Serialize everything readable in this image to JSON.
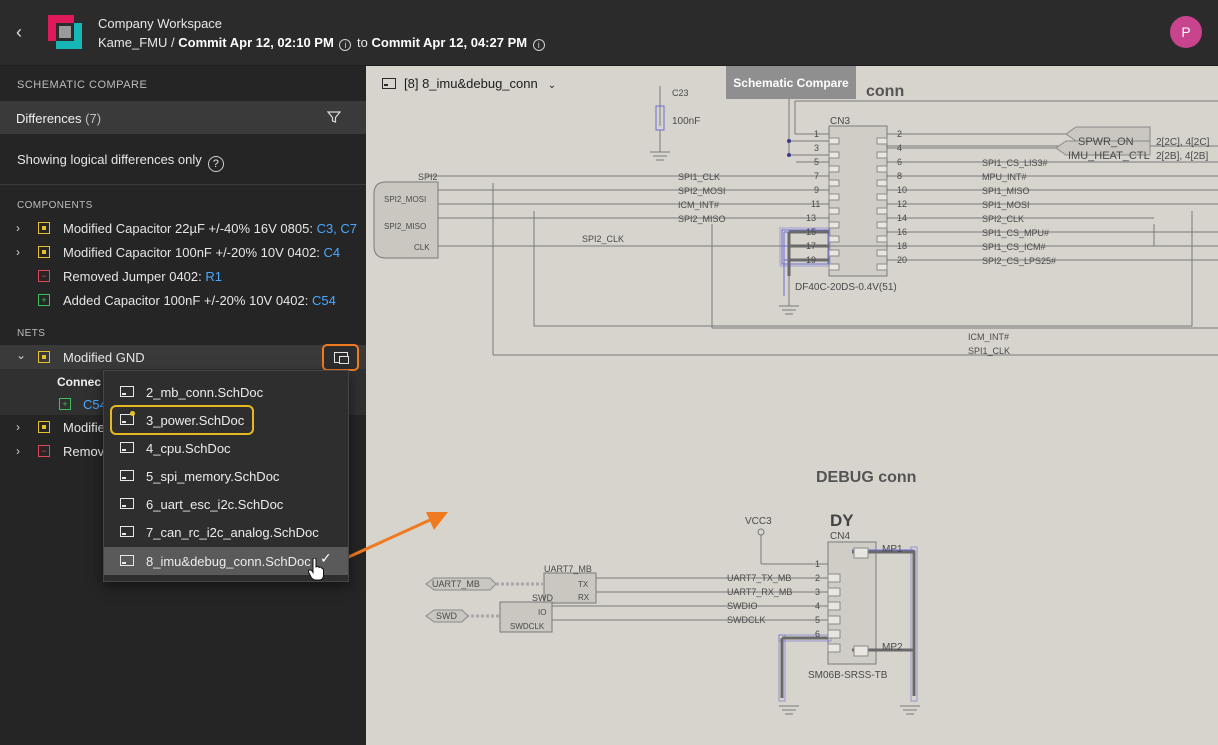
{
  "header": {
    "workspace": "Company Workspace",
    "project": "Kame_FMU",
    "sep": "/",
    "commit_from": "Commit Apr 12, 02:10 PM",
    "to": "to",
    "commit_to": "Commit Apr 12, 04:27 PM",
    "avatar_initial": "P"
  },
  "panel": {
    "title": "SCHEMATIC COMPARE",
    "differences_label": "Differences",
    "differences_count": "(7)",
    "showing": "Showing logical differences only",
    "components_heading": "COMPONENTS",
    "nets_heading": "NETS",
    "components": [
      {
        "text": "Modified Capacitor 22µF +/-40% 16V 0805: ",
        "link": "C3, C7",
        "type": "mod",
        "chev": "›"
      },
      {
        "text": "Modified Capacitor 100nF +/-20% 10V 0402: ",
        "link": "C4",
        "type": "mod",
        "chev": "›"
      },
      {
        "text": "Removed Jumper 0402: ",
        "link": "R1",
        "type": "rem",
        "chev": ""
      },
      {
        "text": "Added Capacitor 100nF +/-20% 10V 0402: ",
        "link": "C54",
        "type": "add",
        "chev": ""
      }
    ],
    "nets": [
      {
        "text": "Modified GND",
        "type": "mod",
        "chev": "⌄"
      },
      {
        "text": "Modifie",
        "type": "mod",
        "chev": "›"
      },
      {
        "text": "Remove",
        "type": "rem",
        "chev": "›"
      }
    ],
    "connect_label": "Connec",
    "c54_label": "C54"
  },
  "dropdown": {
    "items": [
      {
        "label": "2_mb_conn.SchDoc"
      },
      {
        "label": "3_power.SchDoc"
      },
      {
        "label": "4_cpu.SchDoc"
      },
      {
        "label": "5_spi_memory.SchDoc"
      },
      {
        "label": "6_uart_esc_i2c.SchDoc"
      },
      {
        "label": "7_can_rc_i2c_analog.SchDoc"
      },
      {
        "label": "8_imu&debug_conn.SchDoc"
      }
    ],
    "check": "✓"
  },
  "canvas": {
    "sheet_selector": "[8] 8_imu&debug_conn",
    "tab": "Schematic Compare",
    "schematic": {
      "title_top": "conn",
      "c23": "C23",
      "c23_value": "100nF",
      "cn3": "CN3",
      "cn3_part": "DF40C-20DS-0.4V(51)",
      "spi2_box": "SPI2",
      "spi2_pins": [
        "SPI2_MOSI",
        "SPI2_MISO",
        "CLK"
      ],
      "left_nets": [
        "SPI1_CLK",
        "SPI2_MOSI",
        "ICM_INT#",
        "SPI2_MISO",
        "SPI2_CLK"
      ],
      "pins_left": [
        "1",
        "3",
        "5",
        "7",
        "9",
        "11",
        "13",
        "15",
        "17",
        "19"
      ],
      "pins_right": [
        "2",
        "4",
        "6",
        "8",
        "10",
        "12",
        "14",
        "16",
        "18",
        "20"
      ],
      "right_nets": [
        "SPI1_CS_LIS3#",
        "MPU_INT#",
        "SPI1_MISO",
        "SPI1_MOSI",
        "SPI2_CLK",
        "SPI1_CS_MPU#",
        "SPI1_CS_ICM#",
        "SPI2_CS_LPS25#"
      ],
      "ports": [
        "SPWR_ON",
        "IMU_HEAT_CTL"
      ],
      "port_refs": [
        "2[2C], 4[2C]",
        "2[2B], 4[2B]"
      ],
      "bottom_nets": [
        "ICM_INT#",
        "SPI1_CLK"
      ],
      "debug_title": "DEBUG conn",
      "dy": "DY",
      "vcc": "VCC3",
      "cn4": "CN4",
      "cn4_part": "SM06B-SRSS-TB",
      "mp1": "MP1",
      "mp2": "MP2",
      "cn4_pins": [
        "1",
        "2",
        "3",
        "4",
        "5",
        "6"
      ],
      "cn4_nets": [
        "UART7_TX_MB",
        "UART7_RX_MB",
        "SWDIO",
        "SWDCLK"
      ],
      "uart_box": "UART7_MB",
      "uart_pins": [
        "TX",
        "RX"
      ],
      "swd_box": "SWD",
      "swd_pins": [
        "IO",
        "SWDCLK"
      ],
      "port_uart": "UART7_MB",
      "port_swd": "SWD"
    }
  },
  "colors": {
    "accent_orange": "#f07a1f",
    "highlight_yellow": "#e5b81f",
    "link_blue": "#4aa8ff",
    "modified": "#e5c228",
    "removed": "#e0455a",
    "added": "#3fbf5a"
  }
}
